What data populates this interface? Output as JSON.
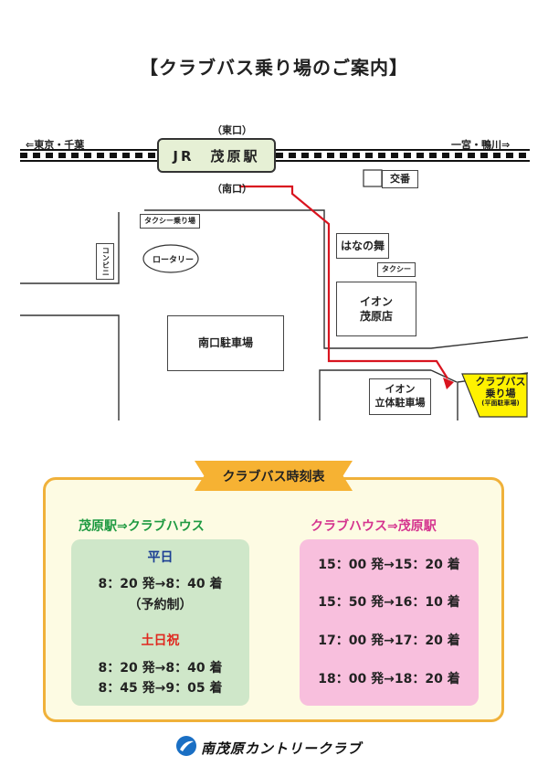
{
  "title": "【クラブバス乗り場のご案内】",
  "map": {
    "east_exit": "（東口）",
    "south_exit": "（南口）",
    "station": "JR　茂原駅",
    "left_direction": "⇐東京・千葉",
    "right_direction": "一宮・鴨川⇒",
    "koban": "交番",
    "taxi_stand": "タクシー乗り場",
    "convenience": "コンビニ",
    "rotary": "ロータリー",
    "south_parking": "南口駐車場",
    "hananomai": "はなの舞",
    "taxi": "タクシー",
    "aeon_store": [
      "イオン",
      "茂原店"
    ],
    "aeon_parking": [
      "イオン",
      "立体駐車場"
    ],
    "bus_stop": [
      "クラブバス",
      "乗り場",
      "(平面駐車場)"
    ]
  },
  "timetable": {
    "ribbon": "クラブバス時刻表",
    "left": {
      "heading": "茂原駅⇒クラブハウス",
      "weekday_label": "平日",
      "weekday_times": [
        "8：20 発→8：40 着",
        "（予約制）"
      ],
      "holiday_label": "土日祝",
      "holiday_times": [
        "8：20 発→8：40 着",
        "8：45 発→9：05 着"
      ]
    },
    "right": {
      "heading": "クラブハウス⇒茂原駅",
      "times": [
        "15：00 発→15：20 着",
        "15：50 発→16：10 着",
        "17：00 発→17：20 着",
        "18：00 発→18：20 着"
      ]
    }
  },
  "colors": {
    "route": "#d9141f",
    "bus_stop": "#fff200",
    "ribbon": "#f6b233",
    "panel_border": "#f0b13a",
    "panel_bg": "#fdfbe3",
    "left_card": "#cfe7c9",
    "right_card": "#f8bfdd",
    "left_heading": "#1e9a41",
    "right_heading": "#d5348f",
    "weekday_label": "#1b3e94",
    "holiday_label": "#e0281f",
    "logo": "#1a6fc4"
  },
  "footer": {
    "logo_icon": "swoosh-logo-icon",
    "club_name": "南茂原カントリークラブ"
  }
}
